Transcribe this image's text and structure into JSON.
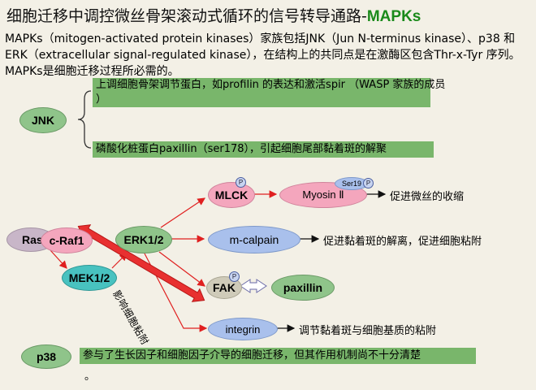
{
  "title": {
    "main": "细胞迁移中调控微丝骨架滚动式循环的信号转导通路-",
    "accent": "MAPKs"
  },
  "intro": "MAPKs（mitogen-activated protein kinases）家族包括JNK（Jun N-terminus kinase）、p38 和ERK（extracellular signal-regulated kinase），在结构上的共同点是在激酶区包含Thr-x-Tyr 序列。MAPKs是细胞迁移过程所必需的。",
  "jnk": {
    "label": "JNK",
    "top_note": "上调细胞骨架调节蛋白，如profilin 的表达和激活spir （WASP 家族的成员",
    "top_note_cont": "）",
    "bottom_note": "磷酸化桩蛋白paxillin（ser178），引起细胞尾部黏着斑的解聚"
  },
  "pathway": {
    "ras": "Ras",
    "craf1": "c-Raf1",
    "mek": "MEK1/2",
    "erk": "ERK1/2",
    "mlck": "MLCK",
    "myosin": "Myosin Ⅱ",
    "ser19": "Ser19",
    "mcalpain": "m-calpain",
    "fak": "FAK",
    "paxillin": "paxillin",
    "integrin": "integrin",
    "phospho": "P",
    "effect_myosin": "促进微丝的收缩",
    "effect_calpain": "促进黏着斑的解离，促进细胞粘附",
    "effect_integrin": "调节黏着斑与细胞基质的粘附",
    "diagonal_label": "影响细胞粘附"
  },
  "p38": {
    "label": "p38",
    "note": "参与了生长因子和细胞因子介导的细胞迁移，但其作用机制尚不十分清楚",
    "note_cont": "。"
  },
  "colors": {
    "note_green": "#79b66b",
    "arrow_red": "#e02020",
    "title_accent": "#1a8a1a"
  }
}
